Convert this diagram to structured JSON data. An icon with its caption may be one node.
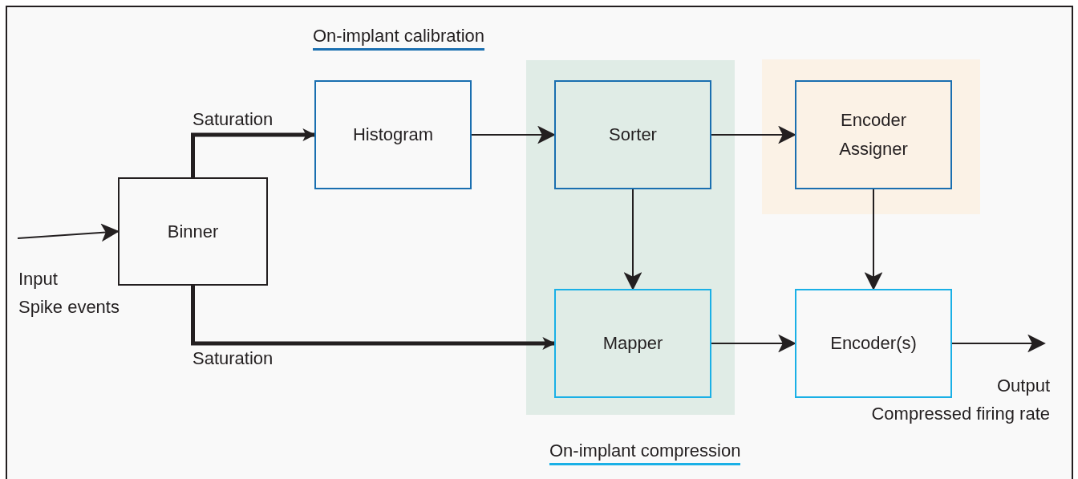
{
  "diagram": {
    "nodes": [
      {
        "text": [
          "Binner"
        ]
      },
      {
        "text": [
          "Histogram"
        ]
      },
      {
        "text": [
          "Sorter"
        ]
      },
      {
        "text": [
          "Encoder Assigner"
        ]
      },
      {
        "text": [
          "Mapper"
        ]
      },
      {
        "text": [
          "Encoder(s)"
        ]
      }
    ],
    "edges": [
      {
        "from": null,
        "to": 0,
        "arrow": "to"
      },
      {
        "from": 0,
        "to": 1,
        "arrow": "to",
        "label": "Saturation",
        "style": "thick"
      },
      {
        "from": 0,
        "to": 4,
        "arrow": "to",
        "label": "Saturation",
        "style": "thick"
      },
      {
        "from": 1,
        "to": 2,
        "arrow": "to"
      },
      {
        "from": 2,
        "to": 3,
        "arrow": "to"
      },
      {
        "from": 2,
        "to": 4,
        "arrow": "to"
      },
      {
        "from": 3,
        "to": 5,
        "arrow": "to"
      },
      {
        "from": 4,
        "to": 5,
        "arrow": "to"
      },
      {
        "from": 5,
        "to": null,
        "arrow": "to"
      }
    ],
    "labels": [
      "On-implant calibration",
      "Input",
      "Spike events",
      "Output",
      "Compressed firing rate",
      "On-implant compression"
    ]
  }
}
